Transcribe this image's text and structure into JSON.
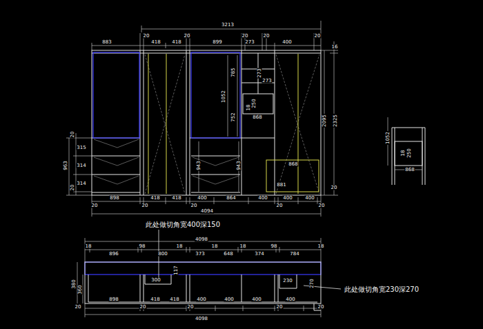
{
  "diagram": {
    "labels": [
      "3213",
      "883",
      "20",
      "418",
      "418",
      "20",
      "899",
      "20",
      "273",
      "20",
      "400",
      "20",
      "16",
      "2095",
      "2325",
      "785",
      "1052",
      "752",
      "273",
      "273",
      "250",
      "18",
      "868",
      "20",
      "315",
      "963",
      "314",
      "314",
      "20",
      "943",
      "943",
      "868",
      "881",
      "20",
      "20",
      "898",
      "20",
      "418",
      "418",
      "20",
      "400",
      "864",
      "400",
      "20",
      "400",
      "400",
      "20",
      "4094",
      "1052",
      "18",
      "250",
      "868",
      "此处做切角宽400深150",
      "4098",
      "18",
      "896",
      "98",
      "800",
      "18",
      "373",
      "18",
      "648",
      "18",
      "374",
      "98",
      "784",
      "18",
      "380",
      "360",
      "117",
      "300",
      "230",
      "270",
      "此处做切角宽230深270",
      "20",
      "898",
      "20",
      "418",
      "418",
      "20",
      "400",
      "400",
      "400",
      "20",
      "400",
      "20",
      "4098"
    ]
  }
}
